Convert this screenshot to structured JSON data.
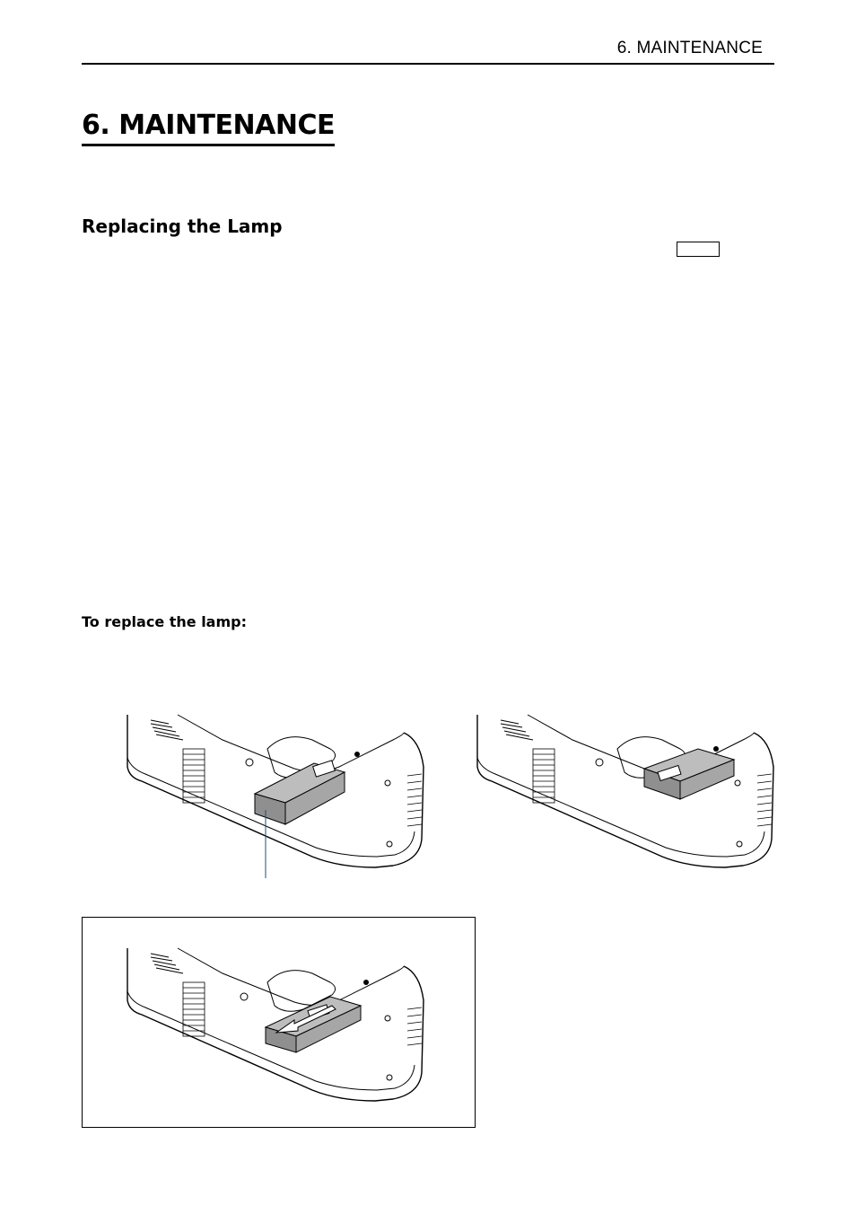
{
  "header": {
    "running_title": "6. MAINTENANCE"
  },
  "chapter": {
    "title": "6. MAINTENANCE"
  },
  "section": {
    "title": "Replacing the Lamp"
  },
  "procedure": {
    "heading": "To replace the lamp:"
  },
  "figures": [
    {
      "name": "lamp-cover-closed",
      "icons": [
        "projector-base",
        "lamp-cover",
        "callout-line"
      ]
    },
    {
      "name": "lamp-cover-latched",
      "icons": [
        "projector-base",
        "lamp-cover"
      ]
    },
    {
      "name": "lamp-cover-slide-out",
      "icons": [
        "projector-base",
        "lamp-cover",
        "direction-arrow"
      ]
    }
  ],
  "colors": {
    "cover_fill": "#bdbdbd",
    "cover_shade": "#8f8f8f",
    "line": "#000000"
  }
}
